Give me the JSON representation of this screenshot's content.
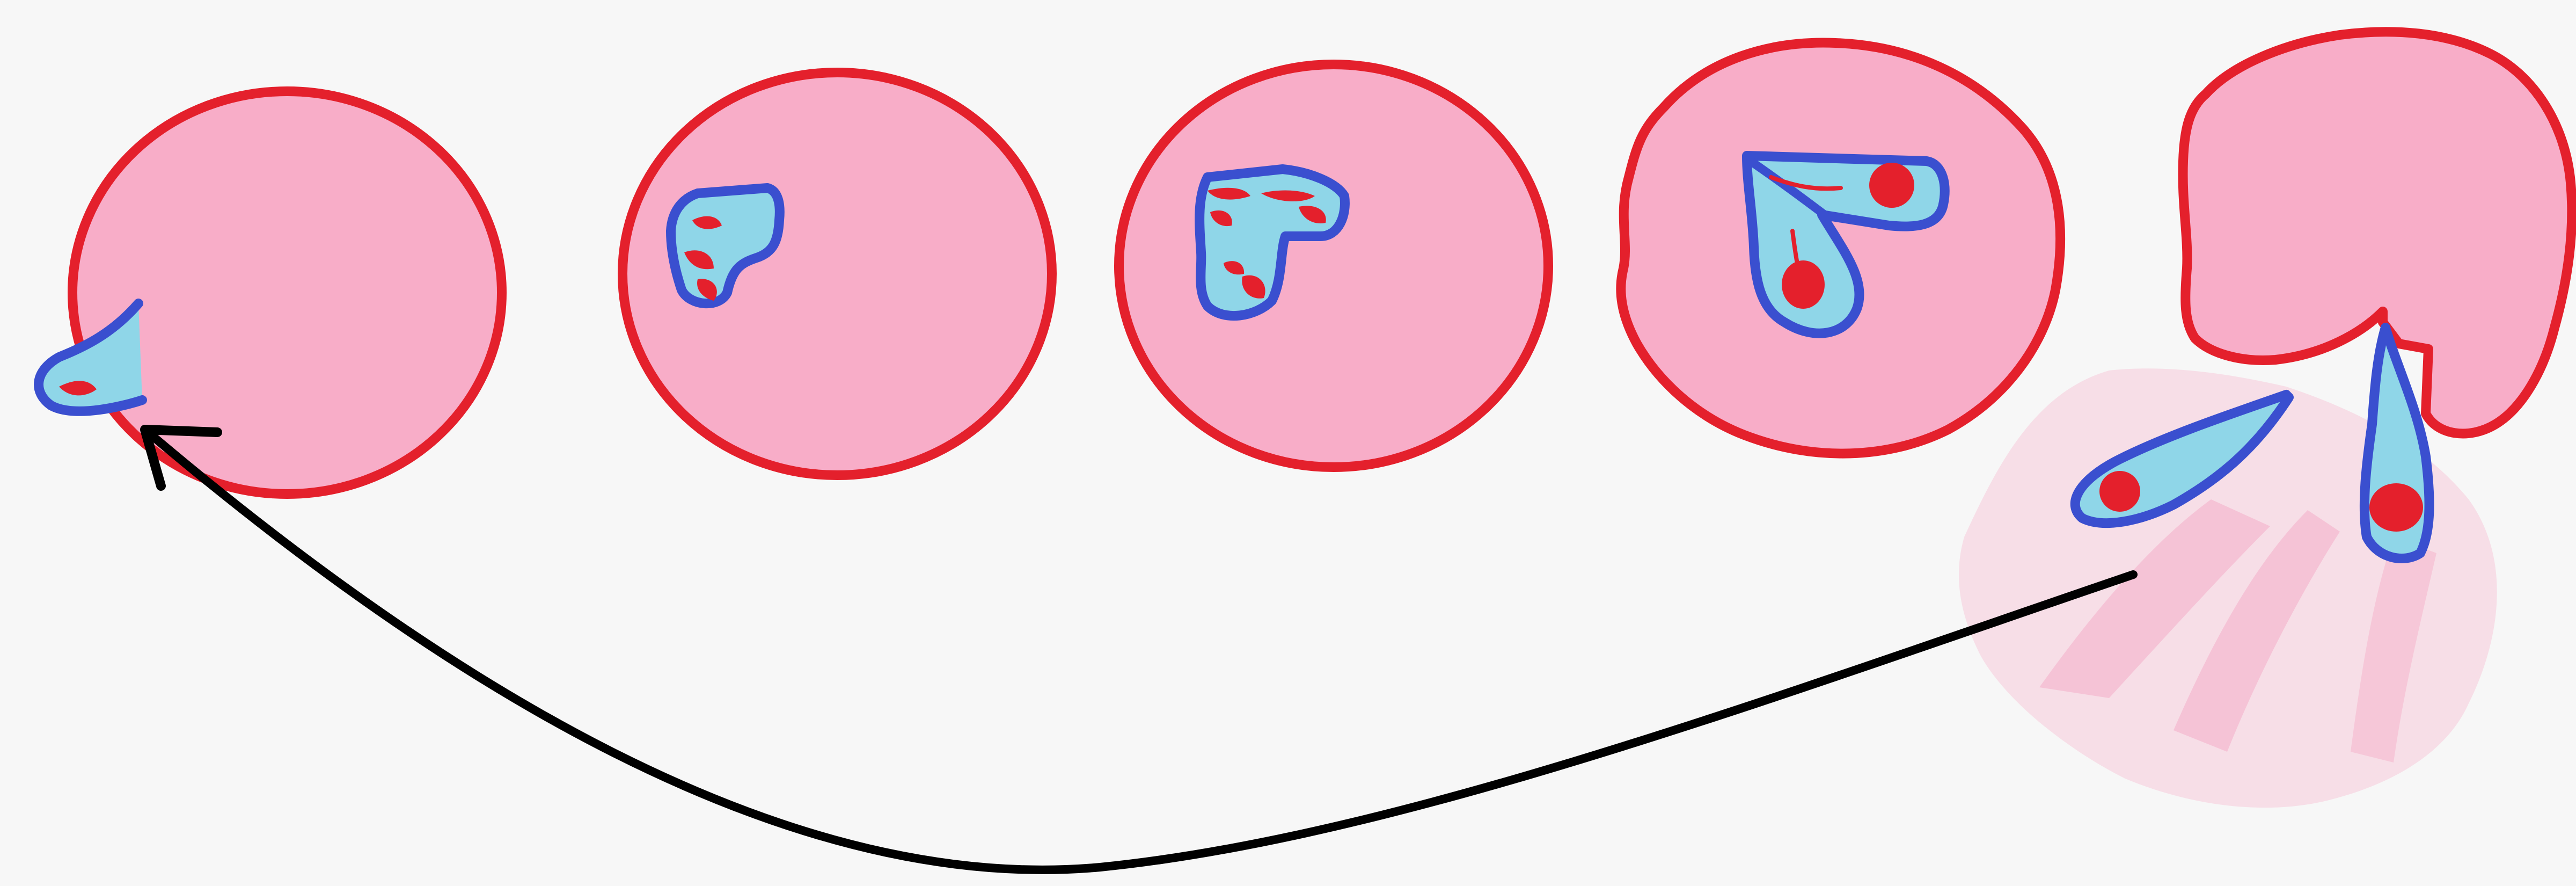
{
  "diagram": {
    "background": "#f7f7f7",
    "colors": {
      "cell_fill": "#f8adc8",
      "cell_outline": "#e4202c",
      "parasite_fill": "#8fd6e8",
      "parasite_outline": "#3a4fcf",
      "nucleus": "#e4202c",
      "debris": "#f6a6c4",
      "arrow": "#000000"
    },
    "stages": [
      {
        "id": "stage-1",
        "description_icon": "single-sporozoite-entering-cell"
      },
      {
        "id": "stage-2",
        "description_icon": "early-trophozoite-in-cell"
      },
      {
        "id": "stage-3",
        "description_icon": "late-trophozoite-in-cell"
      },
      {
        "id": "stage-4",
        "description_icon": "dividing-schizont-in-cell"
      },
      {
        "id": "stage-5",
        "description_icon": "cell-rupture-releasing-merozoites"
      }
    ],
    "cycle_arrow": {
      "from": "stage-5",
      "to": "stage-1"
    }
  }
}
